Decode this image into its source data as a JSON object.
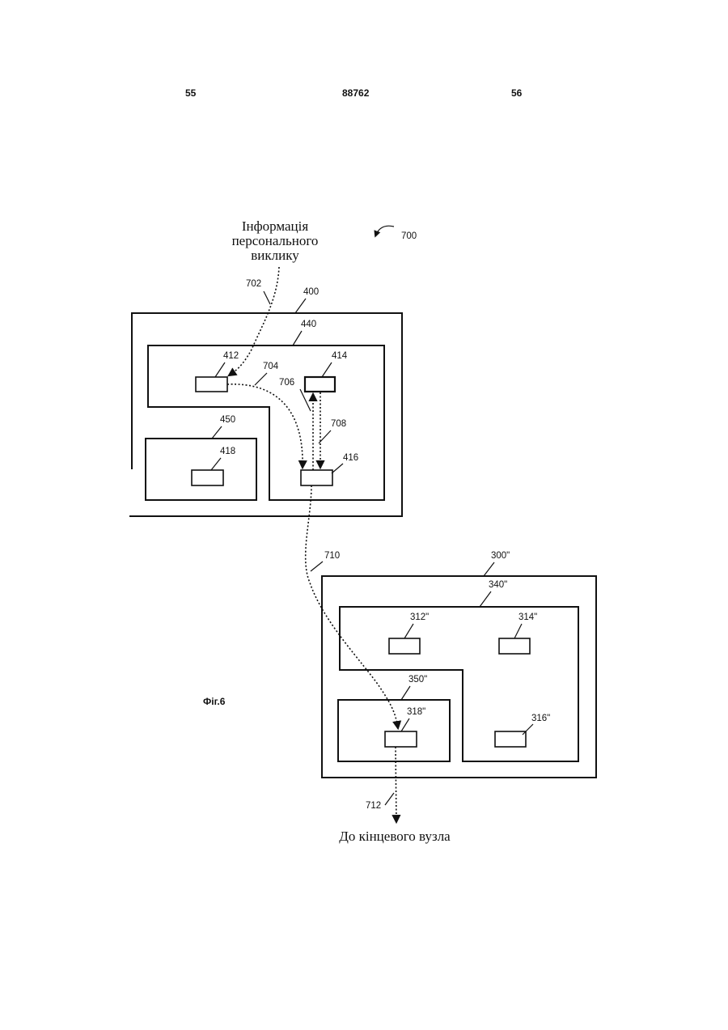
{
  "header": {
    "page_left": "55",
    "doc_number": "88762",
    "page_right": "56"
  },
  "diagram": {
    "input_text": [
      "Інформація",
      "персонального",
      "виклику"
    ],
    "output_text": "До кінцевого вузла",
    "figure_caption": "Фіг.6",
    "labels": {
      "ref_700": "700",
      "ref_702": "702",
      "ref_400": "400",
      "ref_440": "440",
      "ref_412": "412",
      "ref_414": "414",
      "ref_704": "704",
      "ref_706": "706",
      "ref_708": "708",
      "ref_450": "450",
      "ref_418": "418",
      "ref_416": "416",
      "ref_710": "710",
      "ref_300": "300\"",
      "ref_340": "340\"",
      "ref_312": "312\"",
      "ref_314": "314\"",
      "ref_350": "350\"",
      "ref_318": "318\"",
      "ref_316": "316\"",
      "ref_712": "712"
    }
  }
}
